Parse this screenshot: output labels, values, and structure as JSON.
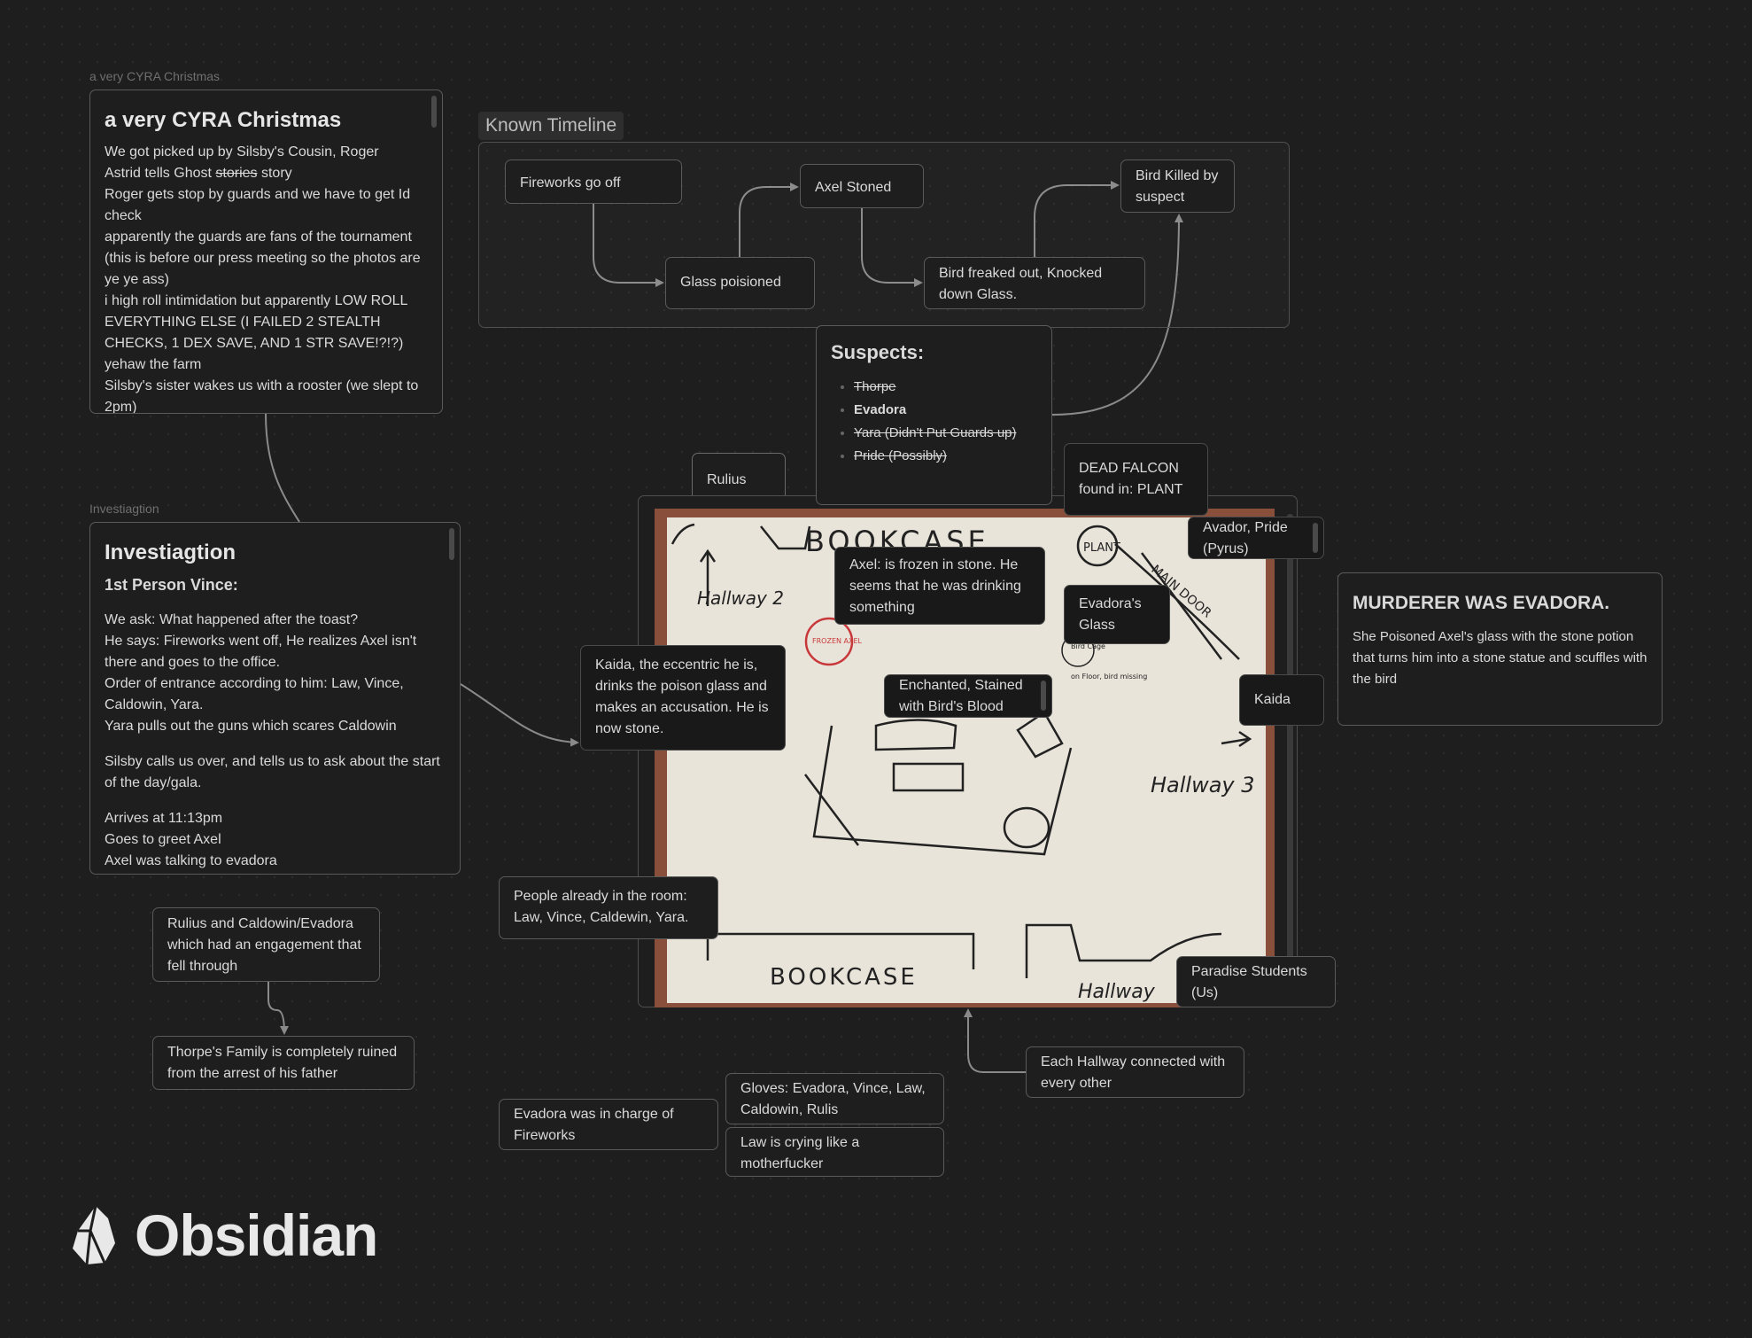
{
  "canvas": {
    "christmas": {
      "label": "a very CYRA Christmas",
      "title": "a very CYRA Christmas",
      "lines": [
        "We got picked up by Silsby's Cousin, Roger",
        "story",
        "Roger gets stop by guards and we have to get Id check",
        "apparently the guards are fans of the tournament (this is before our press meeting so the photos are ye ye ass)",
        "i high roll intimidation but apparently LOW ROLL EVERYTHING ELSE (I FAILED 2 STEALTH CHECKS, 1 DEX SAVE, AND 1 STR SAVE!?!?)",
        "yehaw the farm",
        "Silsby's sister wakes us with a rooster (we slept to 2pm)"
      ],
      "line2_prefix": "Astrid tells Ghost",
      "line2_struck": "stories"
    },
    "investigation": {
      "label": "Investiagtion",
      "title": "Investiagtion",
      "subtitle": "1st Person Vince:",
      "p1": [
        "We ask: What happened after the toast?",
        "He says: Fireworks went off, He realizes Axel isn't there and goes to the office.",
        "Order of entrance according to him: Law, Vince, Caldowin, Yara.",
        "Yara pulls out the guns which scares Caldowin"
      ],
      "p2": "Silsby calls us over, and tells us to ask about the start of the day/gala.",
      "p3": [
        "Arrives at 11:13pm",
        "Goes to greet Axel",
        "Axel was talking to evadora"
      ]
    },
    "timeline": {
      "label": "Known Timeline",
      "nodes": {
        "fireworks": "Fireworks go off",
        "glass": "Glass poisioned",
        "axel": "Axel Stoned",
        "bird_freaked": "Bird freaked out, Knocked down Glass.",
        "bird_killed": "Bird Killed by suspect"
      }
    },
    "suspects": {
      "title": "Suspects:",
      "items": [
        {
          "name": "Thorpe",
          "struck": true
        },
        {
          "name": "Evadora",
          "struck": false
        },
        {
          "name": "Yara (Didn't Put Guards up)",
          "struck": true
        },
        {
          "name": "Pride (Possibly)",
          "struck": true
        }
      ]
    },
    "notes": {
      "rulius": "Rulius",
      "dead_falcon": "DEAD FALCON found in: PLANT",
      "avador": "Avador, Pride (Pyrus)",
      "axel_frozen": "Axel: is frozen in stone. He seems that he was drinking something",
      "evadora_glass": "Evadora's Glass",
      "kaida_eccentric": "Kaida, the eccentric he is, drinks the poison glass and makes an accusation. He is now stone.",
      "enchanted": "Enchanted, Stained with Bird's Blood",
      "kaida": "Kaida",
      "murderer_title": "MURDERER WAS EVADORA.",
      "murderer_body": "She Poisoned Axel's glass with the stone potion that turns him into a stone statue and scuffles with the bird",
      "people_in_room": "People already in the room: Law, Vince, Caldewin, Yara.",
      "rulius_caldowin": "Rulius and Caldowin/Evadora which had an engagement that fell through",
      "thorpe_family": "Thorpe's Family is completely ruined from the arrest of his father",
      "paradise": "Paradise Students (Us)",
      "hallway_connected": "Each Hallway connected with every other",
      "gloves": "Gloves: Evadora, Vince, Law, Caldowin, Rulis",
      "law_crying": "Law is crying like a motherfucker",
      "evadora_fireworks": "Evadora was in charge of Fireworks"
    },
    "map_photo": {
      "labels": {
        "bookcase_top": "BOOKCASE",
        "bookcase_bottom": "BOOKCASE",
        "hallway2": "Hallway 2",
        "hallway3": "Hallway 3",
        "hallway": "Hallway",
        "plant": "PLANT",
        "main_door": "MAIN DOOR",
        "frozen_axel": "FROZEN AXEL",
        "bird_cage": "Bird Cage",
        "bird_note": "on Floor, bird missing"
      }
    }
  },
  "brand": {
    "name": "Obsidian"
  },
  "colors": {
    "background": "#1e1e1e",
    "text": "#dadada",
    "border": "#5a5a5a",
    "edge": "#8a8a8a",
    "photo_border": "#8a4f3a",
    "photo_paper": "#e9e4da",
    "red_ink": "#c8383a"
  }
}
